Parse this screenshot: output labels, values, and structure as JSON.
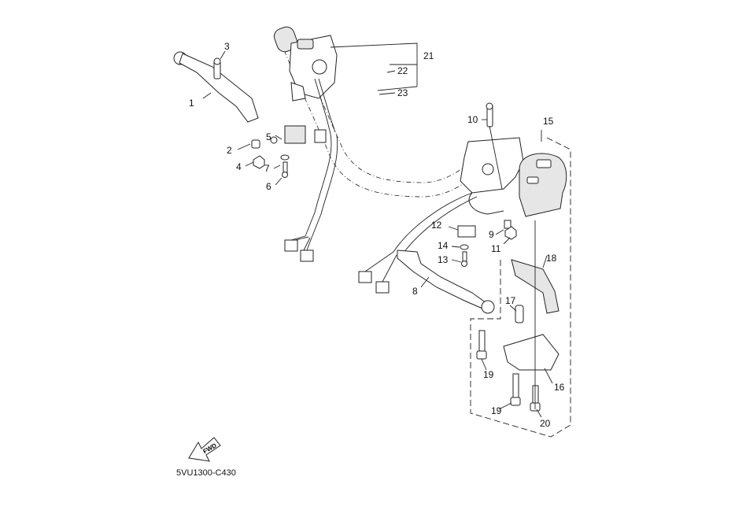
{
  "diagram": {
    "title": "Handle switch & lever assembly",
    "code": "5VU1300-C430",
    "fwd_label": "FWD",
    "callouts": [
      {
        "id": "1",
        "label": "1"
      },
      {
        "id": "2",
        "label": "2"
      },
      {
        "id": "3",
        "label": "3"
      },
      {
        "id": "4",
        "label": "4"
      },
      {
        "id": "5",
        "label": "5"
      },
      {
        "id": "6",
        "label": "6"
      },
      {
        "id": "7",
        "label": "7"
      },
      {
        "id": "8",
        "label": "8"
      },
      {
        "id": "9",
        "label": "9"
      },
      {
        "id": "10",
        "label": "10"
      },
      {
        "id": "11",
        "label": "11"
      },
      {
        "id": "12",
        "label": "12"
      },
      {
        "id": "13",
        "label": "13"
      },
      {
        "id": "14",
        "label": "14"
      },
      {
        "id": "15",
        "label": "15"
      },
      {
        "id": "16",
        "label": "16"
      },
      {
        "id": "17",
        "label": "17"
      },
      {
        "id": "18",
        "label": "18"
      },
      {
        "id": "19a",
        "label": "19"
      },
      {
        "id": "19b",
        "label": "19"
      },
      {
        "id": "20",
        "label": "20"
      },
      {
        "id": "21",
        "label": "21"
      },
      {
        "id": "22",
        "label": "22"
      },
      {
        "id": "23",
        "label": "23"
      }
    ]
  }
}
